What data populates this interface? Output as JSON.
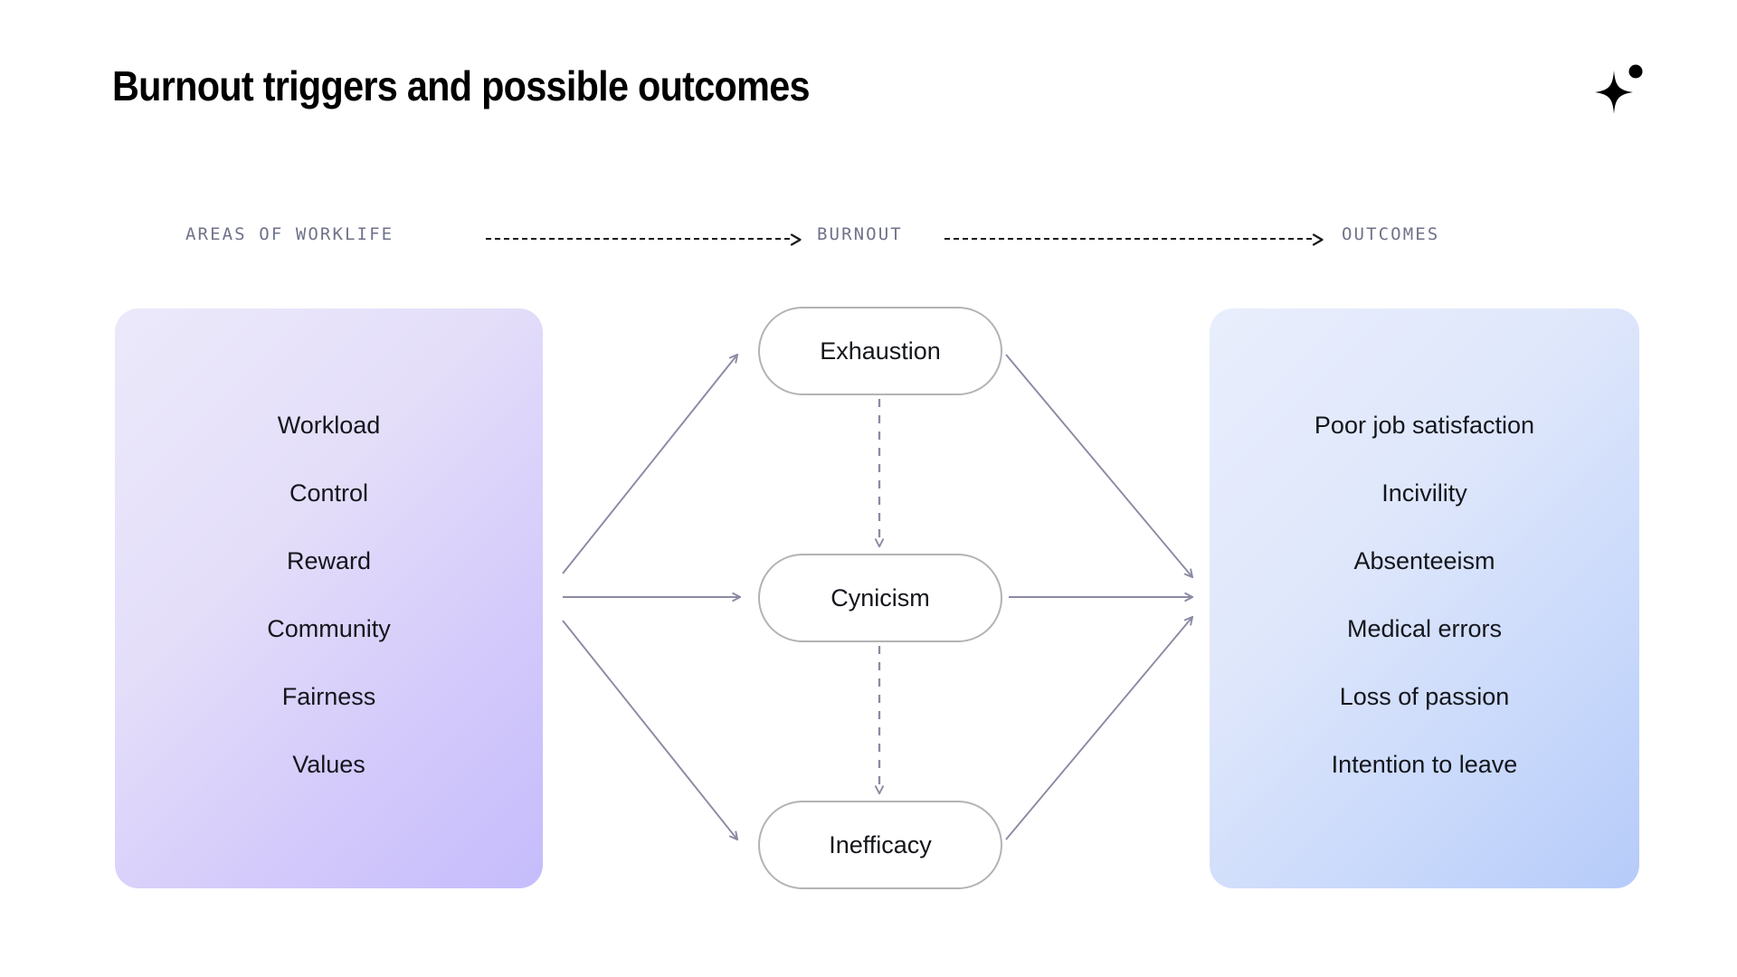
{
  "header": {
    "title": "Burnout triggers and possible outcomes",
    "logo_icon": "sparkle-icon"
  },
  "stages": [
    {
      "label": "AREAS OF WORKLIFE"
    },
    {
      "label": "BURNOUT"
    },
    {
      "label": "OUTCOMES"
    }
  ],
  "panels": {
    "left": {
      "name": "areas-of-worklife-panel",
      "items": [
        {
          "label": "Workload"
        },
        {
          "label": "Control"
        },
        {
          "label": "Reward"
        },
        {
          "label": "Community"
        },
        {
          "label": "Fairness"
        },
        {
          "label": "Values"
        }
      ]
    },
    "right": {
      "name": "outcomes-panel",
      "items": [
        {
          "label": "Poor job satisfaction"
        },
        {
          "label": "Incivility"
        },
        {
          "label": "Absenteeism"
        },
        {
          "label": "Medical errors"
        },
        {
          "label": "Loss of passion"
        },
        {
          "label": "Intention to leave"
        }
      ]
    }
  },
  "burnout_nodes": [
    {
      "label": "Exhaustion"
    },
    {
      "label": "Cynicism"
    },
    {
      "label": "Inefficacy"
    }
  ],
  "colors": {
    "background": "#ffffff",
    "title": "#000000",
    "stage_label": "#6f7289",
    "stage_arrow": "#1a1a1a",
    "connector": "#8a8aa3",
    "pill_border": "#b3b3b3",
    "pill_fill": "#ffffff",
    "panel_left_start": "#ece9fb",
    "panel_left_end": "#c5bcfc",
    "panel_right_start": "#e9eefc",
    "panel_right_end": "#b6cbfa",
    "item_text": "#14161c"
  }
}
